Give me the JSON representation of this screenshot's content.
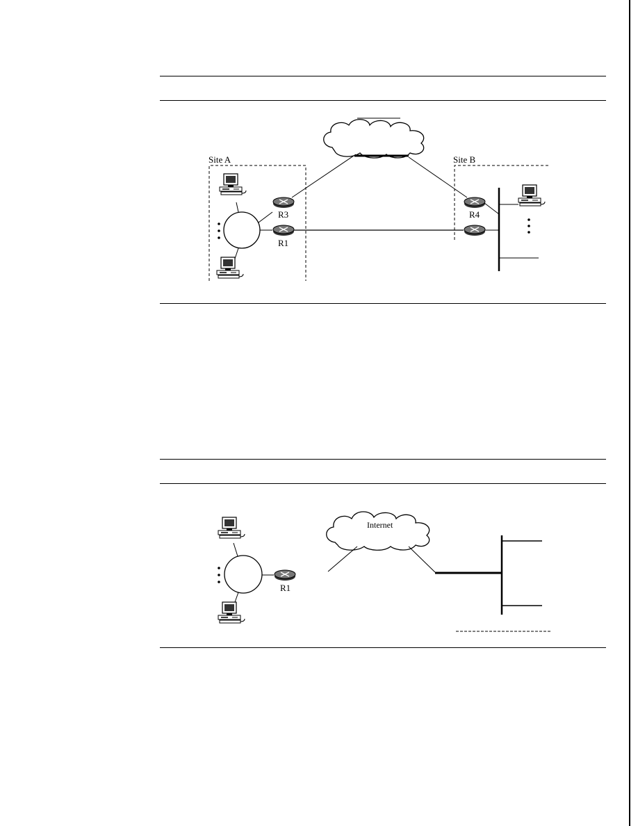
{
  "figure1": {
    "site_a_label": "Site A",
    "site_b_label": "Site B",
    "routers": [
      "R3",
      "R1",
      "R4"
    ]
  },
  "figure2": {
    "cloud_label": "Internet",
    "router_label": "R1"
  }
}
